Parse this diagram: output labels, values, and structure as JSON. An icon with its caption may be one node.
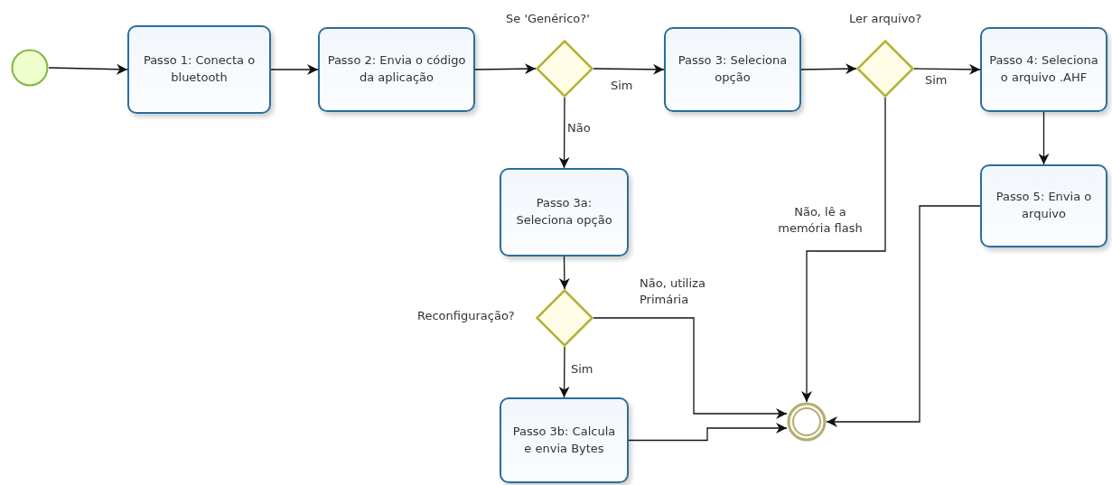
{
  "diagram": {
    "nodes": [
      {
        "text": [],
        "shape": "circle"
      },
      {
        "text": [
          "Passo 1: Conecta o bluetooth"
        ]
      },
      {
        "text": [
          "Passo 2: Envia o código da aplicação"
        ]
      },
      {
        "text": [
          "Se 'Genérico?'"
        ]
      },
      {
        "text": [
          "Passo 3: Seleciona opção"
        ]
      },
      {
        "text": [
          "Ler arquivo?"
        ]
      },
      {
        "text": [
          "Passo 4: Seleciona o arquivo .AHF"
        ]
      },
      {
        "text": [
          "Passo 3a: Seleciona opção"
        ]
      },
      {
        "text": [
          "Passo 5: Envia o arquivo"
        ]
      },
      {
        "text": [
          "Reconfiguração?"
        ]
      },
      {
        "text": [
          "Passo 3b: Calcula e envia Bytes"
        ]
      },
      {
        "text": [],
        "shape": "circle"
      }
    ],
    "edges": [
      {
        "from": 0,
        "to": 1,
        "arrow": "to"
      },
      {
        "from": 1,
        "to": 2,
        "arrow": "to"
      },
      {
        "from": 2,
        "to": 3,
        "arrow": "to"
      },
      {
        "from": 3,
        "to": 4,
        "arrow": "to",
        "label": "Sim"
      },
      {
        "from": 3,
        "to": 7,
        "arrow": "to",
        "label": "Não"
      },
      {
        "from": 4,
        "to": 5,
        "arrow": "to"
      },
      {
        "from": 5,
        "to": 6,
        "arrow": "to",
        "label": "Sim"
      },
      {
        "from": 5,
        "to": 11,
        "arrow": "to",
        "label": "Não, lê a memória flash"
      },
      {
        "from": 6,
        "to": 8,
        "arrow": "to"
      },
      {
        "from": 8,
        "to": 11,
        "arrow": "to"
      },
      {
        "from": 7,
        "to": 9,
        "arrow": "to"
      },
      {
        "from": 9,
        "to": 10,
        "arrow": "to",
        "label": "Sim"
      },
      {
        "from": 9,
        "to": 11,
        "arrow": "to",
        "label": "Não, utiliza Primária"
      },
      {
        "from": 10,
        "to": 11,
        "arrow": "to"
      }
    ]
  }
}
